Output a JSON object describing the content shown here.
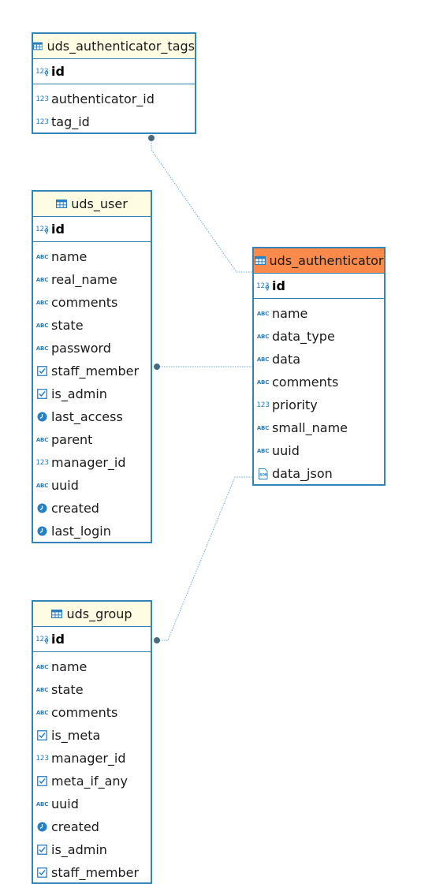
{
  "colors": {
    "border": "#3385b8",
    "header_bg": "#fefde3",
    "highlight_header_bg": "#fc8a4a",
    "connector": "#6aa9d2",
    "connector_dot": "#4a6a7e",
    "icon": "#2a7fc1"
  },
  "type_glyphs": {
    "num": "123",
    "str": "ABC",
    "json": "JSON"
  },
  "tables": {
    "authenticator_tags": {
      "name": "uds_authenticator_tags",
      "pk": {
        "name": "id",
        "type": "num"
      },
      "columns": [
        {
          "name": "authenticator_id",
          "type": "num"
        },
        {
          "name": "tag_id",
          "type": "num"
        }
      ]
    },
    "user": {
      "name": "uds_user",
      "pk": {
        "name": "id",
        "type": "num"
      },
      "columns": [
        {
          "name": "name",
          "type": "str"
        },
        {
          "name": "real_name",
          "type": "str"
        },
        {
          "name": "comments",
          "type": "str"
        },
        {
          "name": "state",
          "type": "str"
        },
        {
          "name": "password",
          "type": "str"
        },
        {
          "name": "staff_member",
          "type": "bool"
        },
        {
          "name": "is_admin",
          "type": "bool"
        },
        {
          "name": "last_access",
          "type": "datetime"
        },
        {
          "name": "parent",
          "type": "str"
        },
        {
          "name": "manager_id",
          "type": "num"
        },
        {
          "name": "uuid",
          "type": "str"
        },
        {
          "name": "created",
          "type": "datetime"
        },
        {
          "name": "last_login",
          "type": "datetime"
        }
      ]
    },
    "authenticator": {
      "name": "uds_authenticator",
      "pk": {
        "name": "id",
        "type": "num"
      },
      "columns": [
        {
          "name": "name",
          "type": "str"
        },
        {
          "name": "data_type",
          "type": "str"
        },
        {
          "name": "data",
          "type": "str"
        },
        {
          "name": "comments",
          "type": "str"
        },
        {
          "name": "priority",
          "type": "num"
        },
        {
          "name": "small_name",
          "type": "str"
        },
        {
          "name": "uuid",
          "type": "str"
        },
        {
          "name": "data_json",
          "type": "json"
        }
      ]
    },
    "group": {
      "name": "uds_group",
      "pk": {
        "name": "id",
        "type": "num"
      },
      "columns": [
        {
          "name": "name",
          "type": "str"
        },
        {
          "name": "state",
          "type": "str"
        },
        {
          "name": "comments",
          "type": "str"
        },
        {
          "name": "is_meta",
          "type": "bool"
        },
        {
          "name": "manager_id",
          "type": "num"
        },
        {
          "name": "meta_if_any",
          "type": "bool"
        },
        {
          "name": "uuid",
          "type": "str"
        },
        {
          "name": "created",
          "type": "datetime"
        },
        {
          "name": "is_admin",
          "type": "bool"
        },
        {
          "name": "staff_member",
          "type": "bool"
        }
      ]
    }
  }
}
